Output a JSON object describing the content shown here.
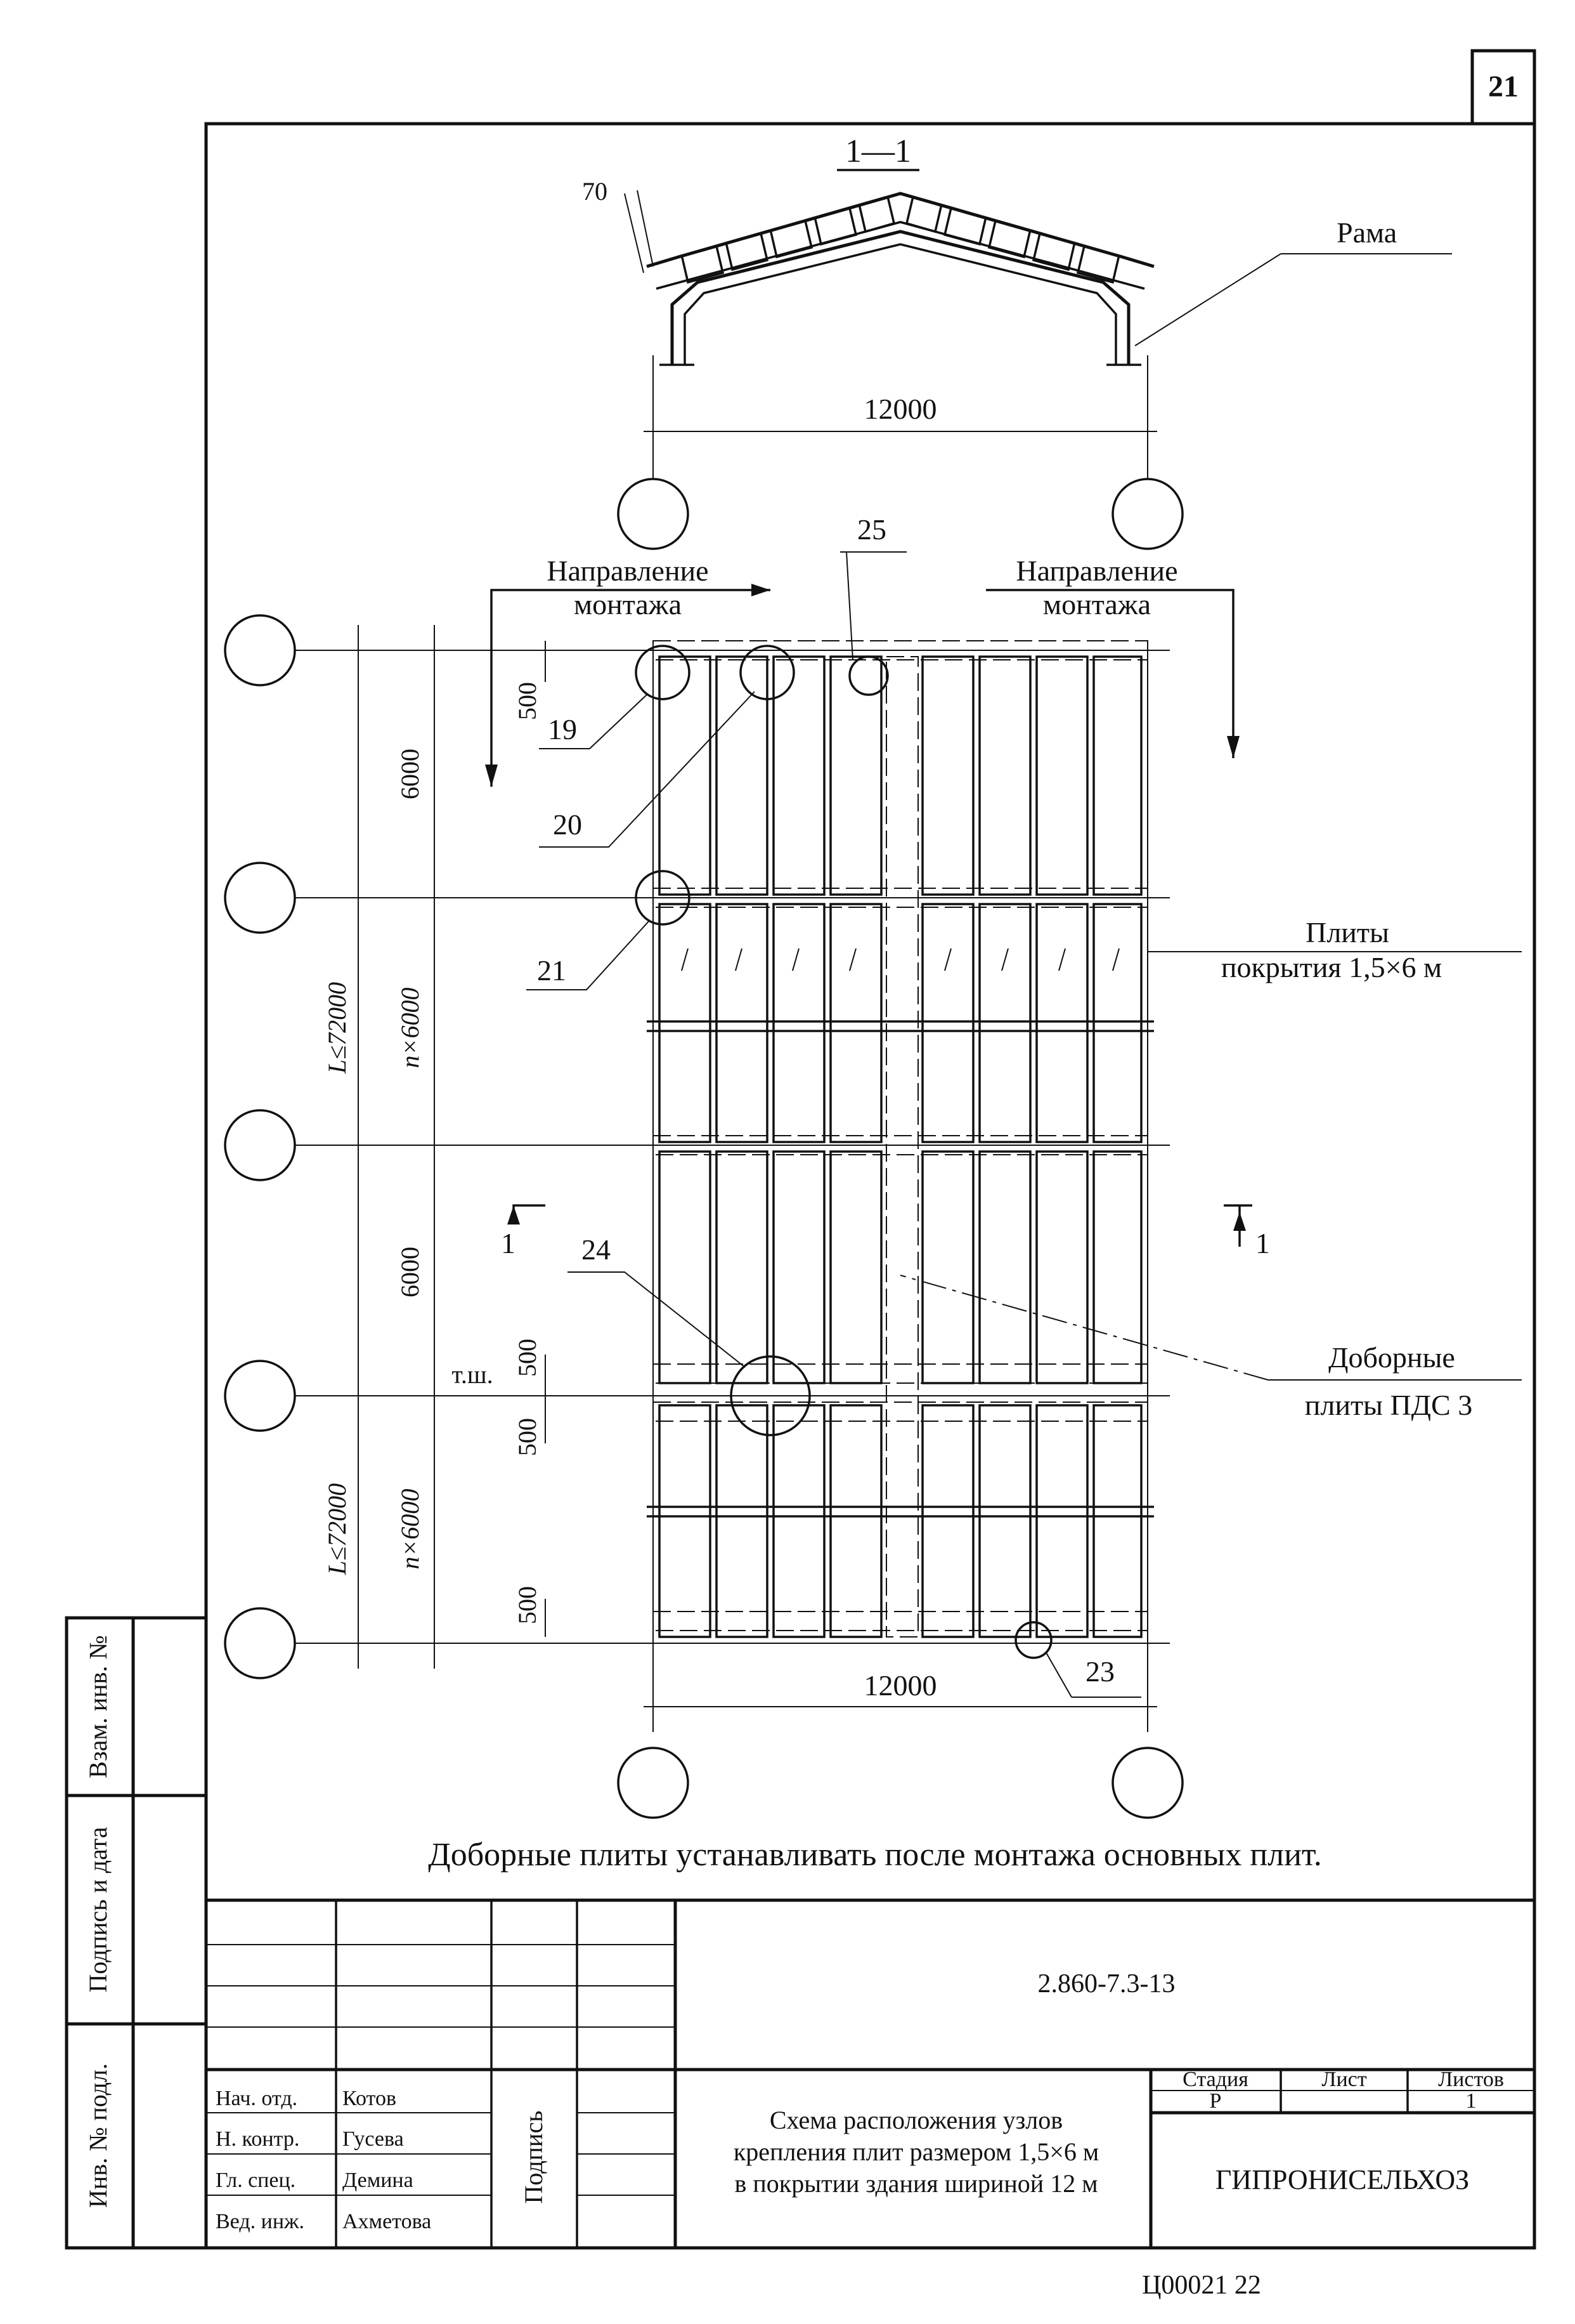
{
  "sheet": {
    "number": "21",
    "footer": "Ц00021  22"
  },
  "section": {
    "title": "1—1",
    "dim_70": "70",
    "rama": "Рама",
    "span": "12000"
  },
  "plan": {
    "mount_left": [
      "Направление",
      "монтажа"
    ],
    "mount_right": [
      "Направление",
      "монтажа"
    ],
    "callouts": {
      "n19": "19",
      "n20": "20",
      "n21": "21",
      "n23": "23",
      "n24": "24",
      "n25": "25"
    },
    "plates_label": [
      "Плиты",
      "покрытия 1,5×6 м"
    ],
    "extra_label": [
      "Доборные",
      "плиты ПДС 3"
    ],
    "dims": {
      "d500": "500",
      "d6000": "6000",
      "n6000": "n×6000",
      "L72000": "L≤72000",
      "ts": "т.ш.",
      "bottom_span": "12000"
    },
    "section_marks": {
      "left": "1",
      "right": "1"
    }
  },
  "note": "Доборные плиты устанавливать после монтажа основных плит.",
  "left_stamp": {
    "vzam": "Взам. инв. №",
    "podp": "Подпись и дата",
    "inv": "Инв. № подл."
  },
  "title_block": {
    "code": "2.860-7.3-13",
    "podpis": "Подпись",
    "roles": [
      {
        "role": "Нач. отд.",
        "name": "Котов"
      },
      {
        "role": "Н. контр.",
        "name": "Гусева"
      },
      {
        "role": "Гл. спец.",
        "name": "Демина"
      },
      {
        "role": "Вед. инж.",
        "name": "Ахметова"
      }
    ],
    "title_lines": [
      "Схема расположения узлов",
      "крепления плит размером 1,5×6 м",
      "в покрытии здания шириной 12 м"
    ],
    "stage_header": "Стадия",
    "sheet_header": "Лист",
    "sheets_header": "Листов",
    "stage_value": "Р",
    "sheet_value": "",
    "sheets_value": "1",
    "org": "ГИПРОНИСЕЛЬХОЗ"
  }
}
